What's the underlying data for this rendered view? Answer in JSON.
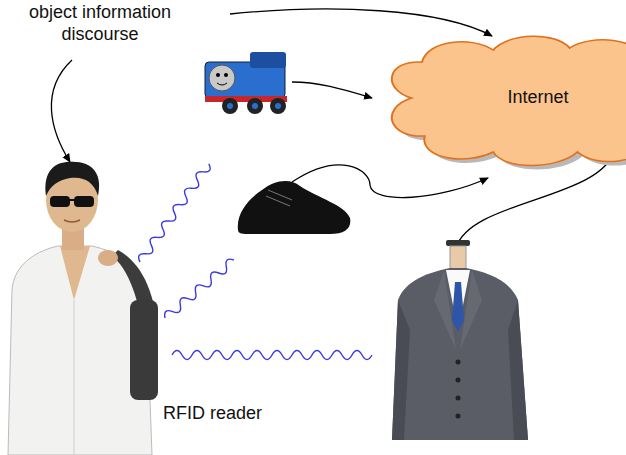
{
  "diagram": {
    "nodes": [
      {
        "text": [
          "Internet"
        ]
      }
    ],
    "labels": [
      "object information discourse",
      "RFID reader"
    ]
  }
}
